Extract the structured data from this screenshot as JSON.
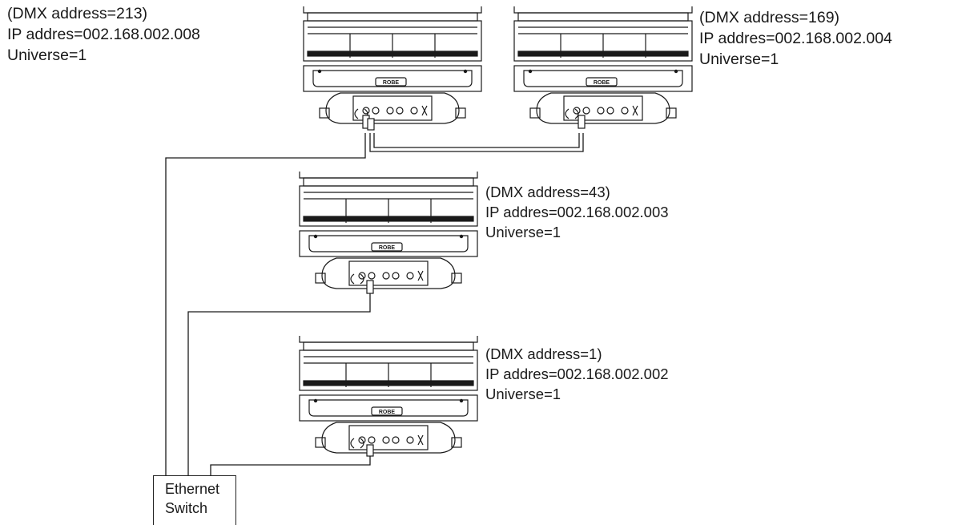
{
  "fixtures": [
    {
      "id": "fixture-1",
      "dmx_label": "(DMX address=213)",
      "ip_label": "IP addres=002.168.002.008",
      "universe_label": "Universe=1",
      "logo_text": "ROBE"
    },
    {
      "id": "fixture-2",
      "dmx_label": "(DMX address=169)",
      "ip_label": "IP addres=002.168.002.004",
      "universe_label": "Universe=1",
      "logo_text": "ROBE"
    },
    {
      "id": "fixture-3",
      "dmx_label": "(DMX address=43)",
      "ip_label": "IP addres=002.168.002.003",
      "universe_label": "Universe=1",
      "logo_text": "ROBE"
    },
    {
      "id": "fixture-4",
      "dmx_label": "(DMX address=1)",
      "ip_label": "IP addres=002.168.002.002",
      "universe_label": "Universe=1",
      "logo_text": "ROBE"
    }
  ],
  "switch": {
    "line1": "Ethernet",
    "line2": "Switch"
  },
  "colors": {
    "line": "#1a1a1a",
    "background": "#ffffff"
  }
}
